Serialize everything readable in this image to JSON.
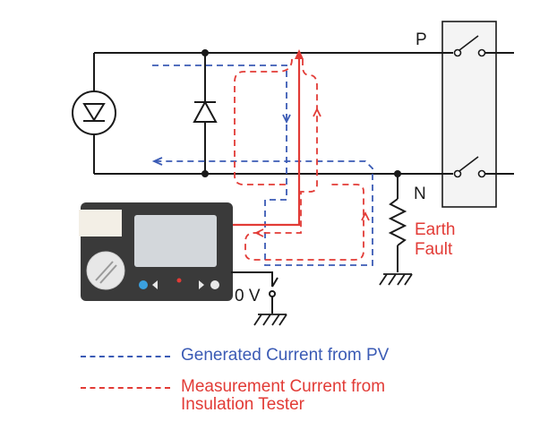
{
  "diagram": {
    "labels": {
      "p": "P",
      "n": "N",
      "zero_v": "0 V",
      "earth_fault": "Earth\nFault"
    },
    "colors": {
      "wire": "#1a1a1a",
      "generated_current": "#3b5bb5",
      "measurement_current": "#e23b36",
      "tester_body": "#3a3a3a",
      "tester_screen": "#d3d7db",
      "tester_dial": "#e7e7e7",
      "switch_box": "#f4f4f4"
    },
    "icons": [
      "pv-panel-icon",
      "diode-icon",
      "switch-icon",
      "resistor-icon",
      "ground-icon",
      "insulation-tester-icon"
    ]
  },
  "legend": {
    "generated": {
      "text": "Generated Current from PV",
      "color": "#3b5bb5"
    },
    "measurement": {
      "text": "Measurement Current from\nInsulation Tester",
      "color": "#e23b36"
    }
  }
}
